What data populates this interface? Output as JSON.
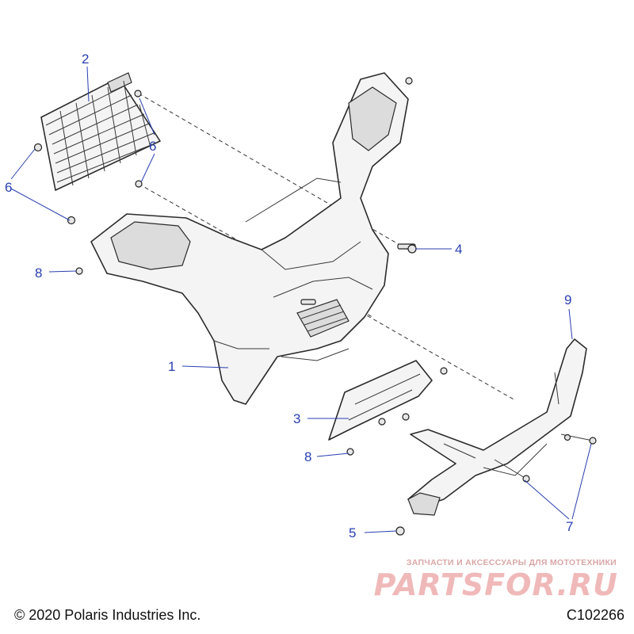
{
  "callouts": [
    {
      "id": "1",
      "label": "1"
    },
    {
      "id": "2",
      "label": "2"
    },
    {
      "id": "3",
      "label": "3"
    },
    {
      "id": "4",
      "label": "4"
    },
    {
      "id": "5",
      "label": "5"
    },
    {
      "id": "6a",
      "label": "6"
    },
    {
      "id": "6b",
      "label": "6"
    },
    {
      "id": "7",
      "label": "7"
    },
    {
      "id": "8a",
      "label": "8"
    },
    {
      "id": "8b",
      "label": "8"
    },
    {
      "id": "9",
      "label": "9"
    }
  ],
  "footer": {
    "copyright": "© 2020 Polaris Industries Inc.",
    "figure_code": "C102266"
  },
  "watermark": {
    "tagline": "ЗАПЧАСТИ И АКСЕССУАРЫ ДЛЯ МОТОТЕХНИКИ",
    "brand": "PARTSFOR.RU"
  },
  "colors": {
    "callout": "#2a3fb0",
    "line": "#2b2b2b",
    "watermark": "#f0b9b9"
  }
}
